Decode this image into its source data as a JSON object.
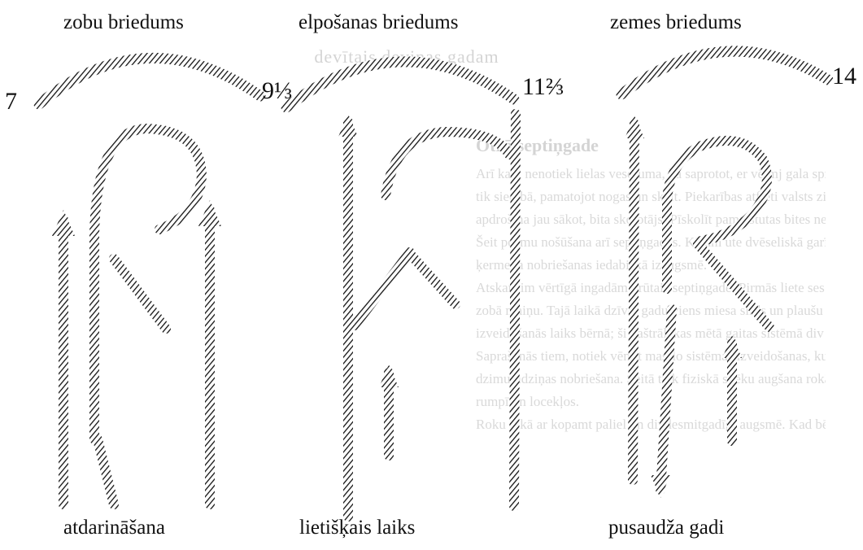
{
  "background": {
    "title": "devītais deviņas gadam",
    "heading": "Otrā septiņgade",
    "paragraph_lines": [
      "Arī kaut nenotiek lielas veseĮuma, ka saprotot, er vēlmj gala sprakts visdīžāk parēs",
      "tik siedibā, pamatojot nogas un skait. Piekarības atfieti valsts ziodu, tāiad aiku",
      "apdrošina jau sākot, bita skolotājs. Pīskolīt pamatstutas bites neīkamam.",
      "Šeit posmu nošūšana arī septiņgades. Kātam ute dvēseliskā garīgā gan",
      "ķermena nobriešanas iedabiskā izaugsmē.",
      "Atskaņšim vērtīgā ingadām grūtais septiņgade. Pirmās liete ses gadu maiņu",
      "zobā maiņu. Tajā laikā dzīvei gadu viens miesa sīrds un plaušu ritmiskās sistēmas",
      "izveidošanās laiks bērnā; ši paštrālēkas mētā gaitas sistēmā div pārtraukt",
      "Saprašanās tiem, notiek vēmit mas-lo sistēmas izveidošanas, kur prātiens arī",
      "dzimumdziņas nobriešana. Šeitā tiek fiziskā spēku augšana rokās, kājā galva,",
      "rumpī un locekļos.",
      "Roku tokā ar kopamt paliel un divdesmitgadīgi augsmē. Kad bērns iestājas"
    ]
  },
  "labels": {
    "top_left": "zobu briedums",
    "top_middle": "elpošanas briedums",
    "top_right": "zemes briedums",
    "bottom_left": "atdarināšana",
    "bottom_middle": "lietišķais laiks",
    "bottom_right": "pusaudža gadi"
  },
  "ages": {
    "a1": "7",
    "a2": "9⅓",
    "a3": "11⅔",
    "a4": "14"
  }
}
